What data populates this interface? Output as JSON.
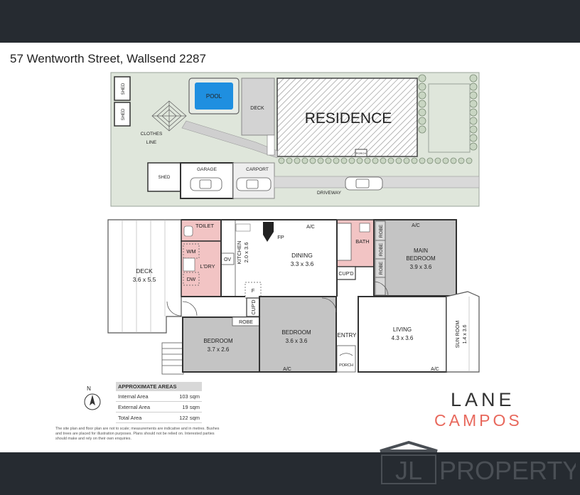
{
  "address": "57 Wentworth Street, Wallsend 2287",
  "site_plan": {
    "pool": "POOL",
    "deck": "DECK",
    "residence": "RESIDENCE",
    "porch": "PORCH",
    "shed_1": "SHED",
    "shed_2": "SHED",
    "shed_3": "SHED",
    "clothes_line_1": "CLOTHES",
    "clothes_line_2": "LINE",
    "garage": "GARAGE",
    "carport": "CARPORT",
    "driveway": "DRIVEWAY"
  },
  "floor_plan": {
    "deck": {
      "name": "DECK",
      "size": "3.6 x 5.5"
    },
    "toilet": "TOILET",
    "wm": "WM",
    "dw": "DW",
    "laundry": "L'DRY",
    "kitchen": {
      "name": "KITCHEN",
      "size": "2.0 x 3.6"
    },
    "ov": "OV",
    "fp": "FP",
    "dining": {
      "name": "DINING",
      "size": "3.3 x 3.6"
    },
    "f": "F",
    "cupd_1": "CUP'D",
    "cupd_2": "CUP'D",
    "bath": "BATH",
    "robe_1": "ROBE",
    "robe_2": "ROBE",
    "robe_3": "ROBE",
    "robe_4": "ROBE",
    "main_bedroom": {
      "name": "MAIN",
      "name2": "BEDROOM",
      "size": "3.9 x 3.6"
    },
    "ac_1": "A/C",
    "ac_2": "A/C",
    "ac_3": "A/C",
    "ac_4": "A/C",
    "bedroom_1": {
      "name": "BEDROOM",
      "size": "3.7 x 2.6"
    },
    "bedroom_2": {
      "name": "BEDROOM",
      "size": "3.6 x 3.6"
    },
    "entry": "ENTRY",
    "porch": "PORCH",
    "living": {
      "name": "LIVING",
      "size": "4.3 x 3.6"
    },
    "sun_room": {
      "name": "SUN ROOM",
      "size": "1.4 x 3.6"
    }
  },
  "compass": "N",
  "approx_areas": {
    "heading": "APPROXIMATE AREAS",
    "rows": [
      {
        "label": "Internal Area",
        "value": "103 sqm"
      },
      {
        "label": "External Area",
        "value": "19 sqm"
      },
      {
        "label": "Total Area",
        "value": "122 sqm"
      }
    ]
  },
  "disclaimer": "The site plan and floor plan are not to scale; measurements are indicative and in metres. Bushes and trees are placed for illustration purposes. Plans should not be relied on. Interested parties should make and rely on their own enquiries.",
  "brand": {
    "line1": "LANE",
    "line2": "CAMPOS",
    "accent": "#e8685c"
  },
  "watermark": {
    "jl": "JL",
    "text": "PROPERTY"
  },
  "colors": {
    "bar": "#262b31",
    "site_bg": "#dfe6db",
    "room_grey": "#c4c4c4",
    "wet_pink": "#f2c4c4",
    "pool": "#1f8fe0"
  }
}
